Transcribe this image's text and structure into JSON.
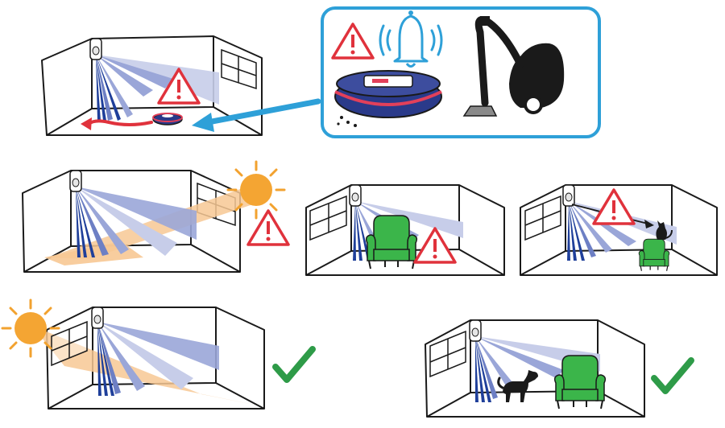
{
  "colors": {
    "line": "#1a1a1a",
    "beam_dark": "#1f3f9a",
    "beam_light": "#9aa6d8",
    "beam_pale": "#c7cde9",
    "sun": "#f4a533",
    "sun_ray": "#f2a22f",
    "sunlight": "#f7c894",
    "warning": "#e0323c",
    "check": "#2e9b48",
    "chair": "#3bb54a",
    "chair_dark": "#1e7a2e",
    "frame": "#2ea0d8",
    "arrow": "#2ea0d8",
    "robot_body": "#2a3a8a",
    "robot_ring": "#e2405a",
    "vacuum": "#1a1a1a",
    "vacuum_base": "#8a8a8a"
  },
  "icons": [
    "motion-sensor-icon",
    "warning-triangle-icon",
    "bell-icon",
    "robot-vacuum-icon",
    "vacuum-cleaner-icon",
    "sun-icon",
    "armchair-icon",
    "cat-icon",
    "dog-icon",
    "check-mark-icon"
  ],
  "scenes": [
    {
      "id": "robot-vacuum",
      "status": "warning"
    },
    {
      "id": "sunlight-window",
      "status": "warning"
    },
    {
      "id": "armchair-beam",
      "status": "warning"
    },
    {
      "id": "cat-on-chair",
      "status": "warning"
    },
    {
      "id": "sunlight-away",
      "status": "ok"
    },
    {
      "id": "dog-and-chair",
      "status": "ok"
    }
  ]
}
